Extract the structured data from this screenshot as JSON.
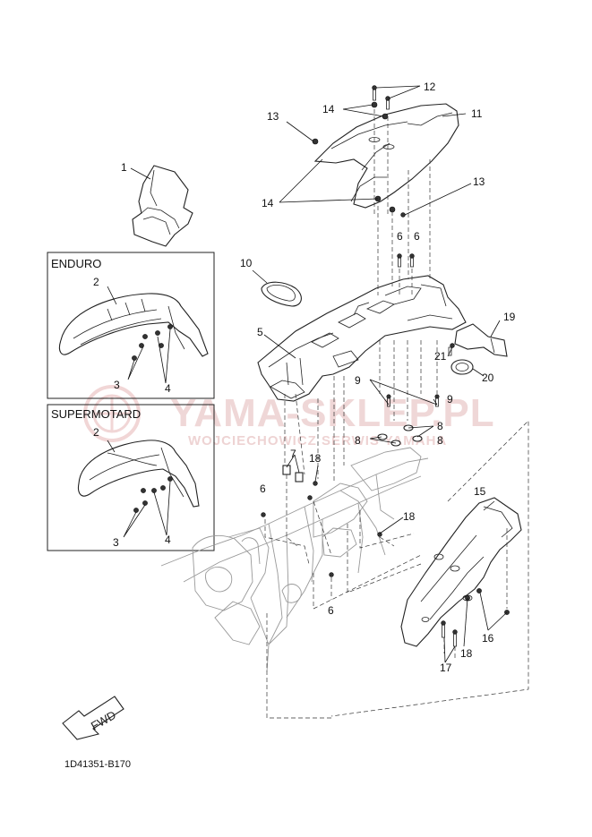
{
  "diagram": {
    "callouts": [
      {
        "id": "c1",
        "text": "1"
      },
      {
        "id": "c2a",
        "text": "2"
      },
      {
        "id": "c3a",
        "text": "3"
      },
      {
        "id": "c4a",
        "text": "4"
      },
      {
        "id": "c2b",
        "text": "2"
      },
      {
        "id": "c3b",
        "text": "3"
      },
      {
        "id": "c4b",
        "text": "4"
      },
      {
        "id": "c5",
        "text": "5"
      },
      {
        "id": "c6a",
        "text": "6"
      },
      {
        "id": "c6b",
        "text": "6"
      },
      {
        "id": "c6c",
        "text": "6"
      },
      {
        "id": "c6d",
        "text": "6"
      },
      {
        "id": "c7",
        "text": "7"
      },
      {
        "id": "c8a",
        "text": "8"
      },
      {
        "id": "c8b",
        "text": "8"
      },
      {
        "id": "c8c",
        "text": "8"
      },
      {
        "id": "c9a",
        "text": "9"
      },
      {
        "id": "c9b",
        "text": "9"
      },
      {
        "id": "c10",
        "text": "10"
      },
      {
        "id": "c11",
        "text": "11"
      },
      {
        "id": "c12",
        "text": "12"
      },
      {
        "id": "c13a",
        "text": "13"
      },
      {
        "id": "c13b",
        "text": "13"
      },
      {
        "id": "c14a",
        "text": "14"
      },
      {
        "id": "c14b",
        "text": "14"
      },
      {
        "id": "c15",
        "text": "15"
      },
      {
        "id": "c16",
        "text": "16"
      },
      {
        "id": "c17",
        "text": "17"
      },
      {
        "id": "c18a",
        "text": "18"
      },
      {
        "id": "c18b",
        "text": "18"
      },
      {
        "id": "c18c",
        "text": "18"
      },
      {
        "id": "c19",
        "text": "19"
      },
      {
        "id": "c20",
        "text": "20"
      },
      {
        "id": "c21",
        "text": "21"
      }
    ],
    "variant_boxes": {
      "enduro": "ENDURO",
      "supermotard": "SUPERMOTARD"
    },
    "watermark": {
      "main": "YAMA-SKLEP.PL",
      "sub": "WOJCIECHOWICZ SERWIS YAMAHA"
    },
    "fwd_label": "FWD",
    "diagram_code": "1D41351-B170"
  }
}
